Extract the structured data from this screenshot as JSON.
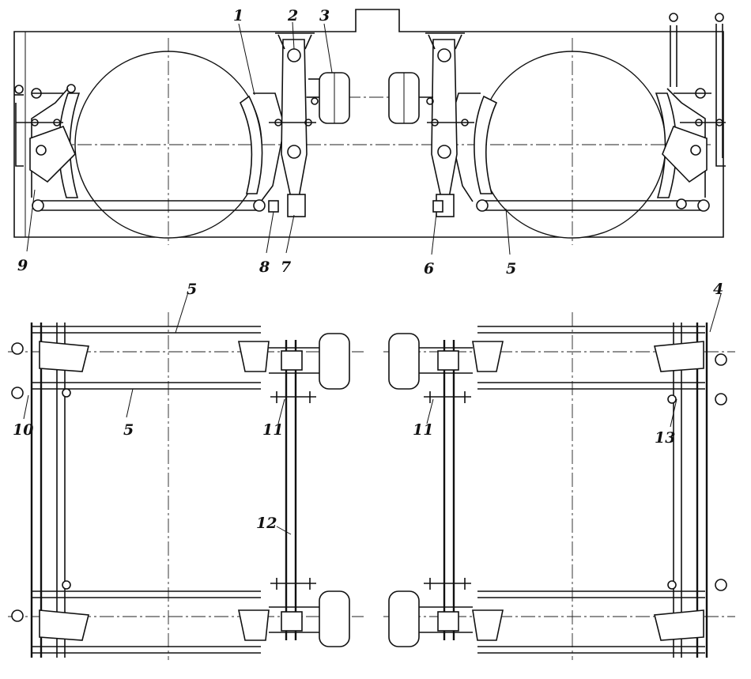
{
  "labels": {
    "l1": "1",
    "l2": "2",
    "l3": "3",
    "l4": "4",
    "l5a": "5",
    "l5b": "5",
    "l5c": "5",
    "l6": "6",
    "l7": "7",
    "l8": "8",
    "l9": "9",
    "l10": "10",
    "l11a": "11",
    "l11b": "11",
    "l12": "12",
    "l13": "13"
  }
}
